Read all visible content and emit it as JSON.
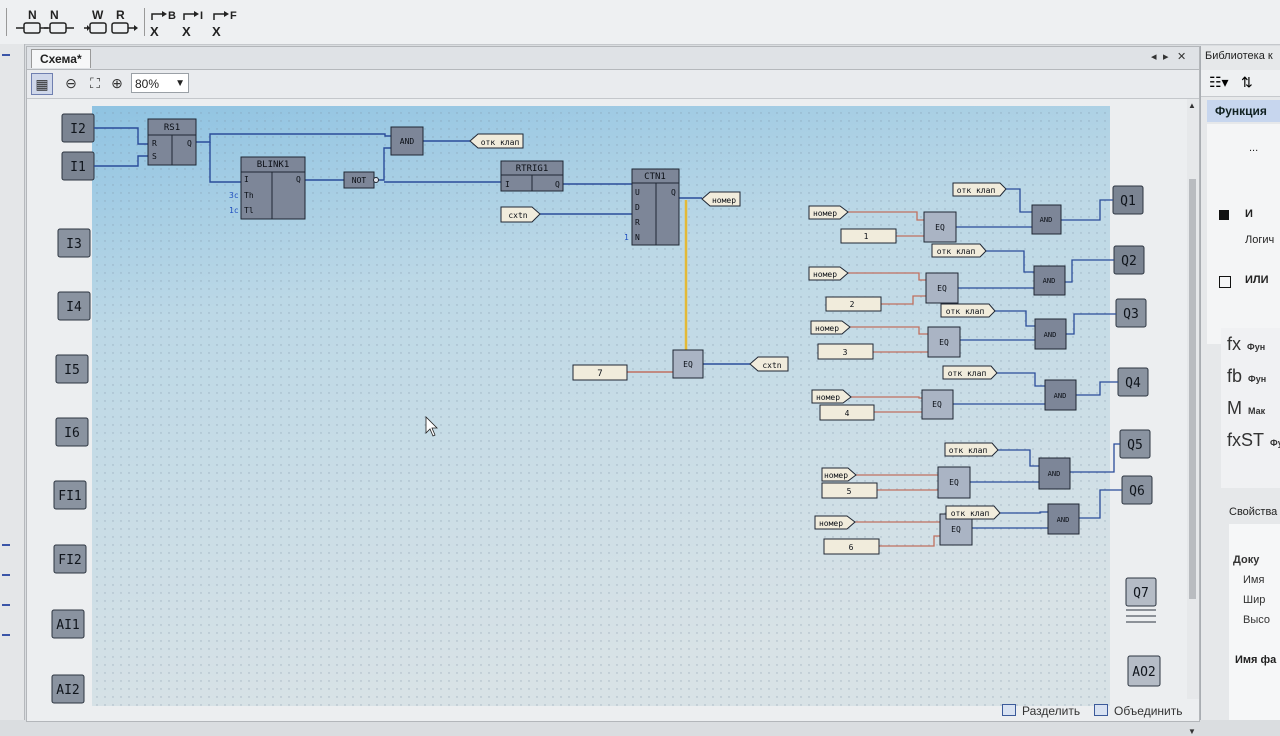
{
  "app": {
    "document_tab": "Схема*"
  },
  "toolbar": {
    "buttons": [
      {
        "name": "n-contact-left",
        "label": "N"
      },
      {
        "name": "n-contact-right",
        "label": "N"
      },
      {
        "name": "w-coil",
        "label": "W"
      },
      {
        "name": "r-coil",
        "label": "R"
      },
      {
        "name": "jump-b",
        "label": "B"
      },
      {
        "name": "jump-i",
        "label": "I"
      },
      {
        "name": "jump-f",
        "label": "F"
      }
    ],
    "jump_x": "X"
  },
  "zoom": {
    "value": "80%"
  },
  "inputs": [
    "I2",
    "I1",
    "I3",
    "I4",
    "I5",
    "I6",
    "FI1",
    "FI2",
    "AI1",
    "AI2"
  ],
  "outputs": [
    "Q1",
    "Q2",
    "Q3",
    "Q4",
    "Q5",
    "Q6",
    "Q7",
    "AO2"
  ],
  "blocks": {
    "rs": {
      "title": "RS1",
      "pins": [
        "R",
        "S",
        "Q"
      ]
    },
    "blink": {
      "title": "BLINK1",
      "pins": [
        "I",
        "Th",
        "Tl",
        "Q"
      ],
      "params": [
        "3c",
        "1c"
      ]
    },
    "and1": {
      "title": "AND"
    },
    "not1": {
      "title": "NOT"
    },
    "rtrig": {
      "title": "RTRIG1",
      "pins": [
        "I",
        "Q"
      ]
    },
    "ctn": {
      "title": "CTN1",
      "pins": [
        "U",
        "D",
        "R",
        "N",
        "Q"
      ],
      "param": "1"
    },
    "eq_main": {
      "title": "EQ",
      "const": "7"
    },
    "tag_otk": "отк клап",
    "tag_nomer": "номер",
    "tag_sxtn": "cxtn"
  },
  "compare_rows": [
    {
      "const": "1"
    },
    {
      "const": "2"
    },
    {
      "const": "3"
    },
    {
      "const": "4"
    },
    {
      "const": "5"
    },
    {
      "const": "6"
    }
  ],
  "labels": {
    "eq": "EQ",
    "and": "AND"
  },
  "statusbar": {
    "split": "Разделить",
    "merge": "Объединить"
  },
  "library": {
    "title": "Библиотека к",
    "section": "Функция",
    "dots": "...",
    "item_and": "И",
    "item_and_desc": "Логич",
    "item_or": "ИЛИ",
    "funcs": [
      {
        "icon": "fx",
        "label": "Фун"
      },
      {
        "icon": "fb",
        "label": "Фун"
      },
      {
        "icon": "M",
        "label": "Мак"
      },
      {
        "icon": "fxST",
        "label": "Фун"
      }
    ]
  },
  "properties": {
    "title": "Свойства",
    "group": "Доку",
    "rows": [
      "Имя",
      "Шир",
      "Высо"
    ],
    "bottom": "Имя фа"
  }
}
